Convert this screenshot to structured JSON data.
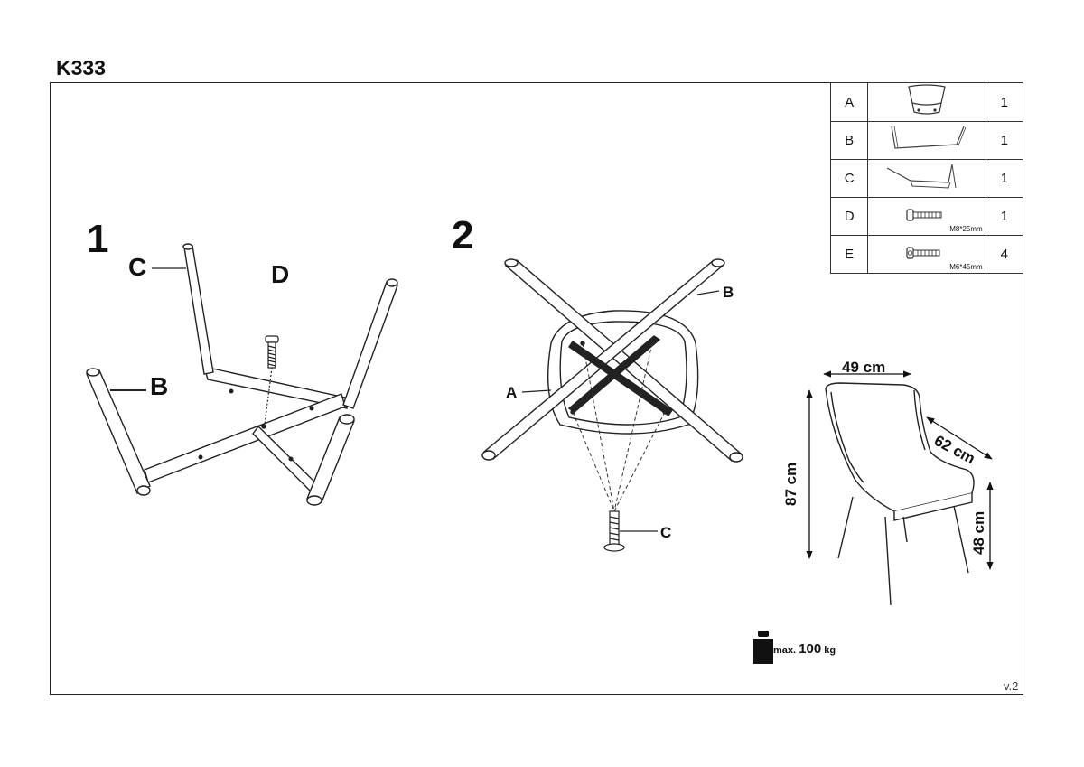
{
  "document": {
    "title": "K333",
    "version": "v.2"
  },
  "parts_table": [
    {
      "letter": "A",
      "qty": "1",
      "spec": ""
    },
    {
      "letter": "B",
      "qty": "1",
      "spec": ""
    },
    {
      "letter": "C",
      "qty": "1",
      "spec": ""
    },
    {
      "letter": "D",
      "qty": "1",
      "spec": "M8*25mm"
    },
    {
      "letter": "E",
      "qty": "4",
      "spec": "M6*45mm"
    }
  ],
  "step1": {
    "number": "1",
    "label_c": "C",
    "label_d": "D",
    "label_b": "B"
  },
  "step2": {
    "number": "2",
    "label_b": "B",
    "label_a": "A",
    "label_c": "C"
  },
  "dimensions": {
    "width": "49 cm",
    "depth": "62 cm",
    "height": "87 cm",
    "seat_height": "48 cm"
  },
  "max_load": {
    "prefix": "max.",
    "value": "100",
    "unit": "kg"
  }
}
